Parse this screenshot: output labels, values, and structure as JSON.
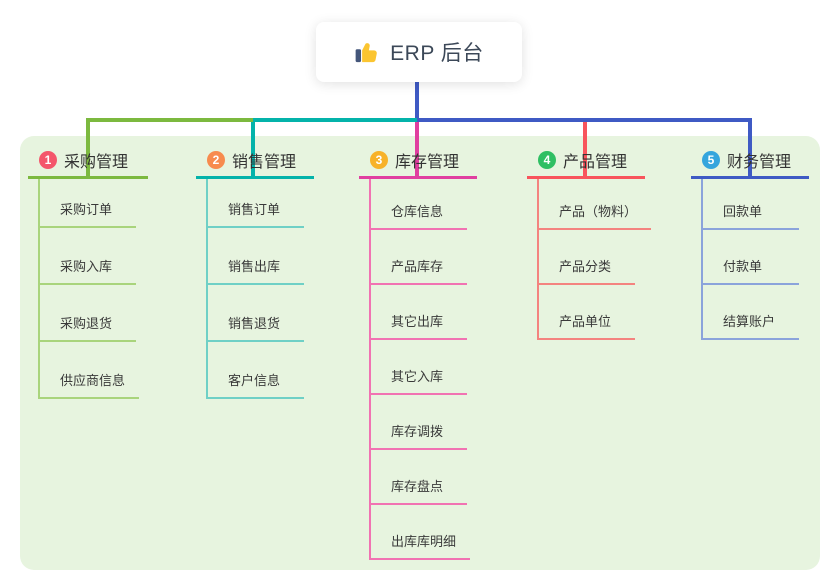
{
  "root": {
    "title": "ERP 后台",
    "icon": "thumbs-up-icon"
  },
  "branches": [
    {
      "number": "1",
      "title": "采购管理",
      "colors": {
        "main": "#7cb93f",
        "light": "#a9d47c",
        "badge": "#f4566b"
      },
      "items": [
        "采购订单",
        "采购入库",
        "采购退货",
        "供应商信息"
      ]
    },
    {
      "number": "2",
      "title": "销售管理",
      "colors": {
        "main": "#04b3aa",
        "light": "#6fd0c6",
        "badge": "#f78b4e"
      },
      "items": [
        "销售订单",
        "销售出库",
        "销售退货",
        "客户信息"
      ]
    },
    {
      "number": "3",
      "title": "库存管理",
      "colors": {
        "main": "#e03fa0",
        "light": "#f172b2",
        "badge": "#f7b229"
      },
      "items": [
        "仓库信息",
        "产品库存",
        "其它出库",
        "其它入库",
        "库存调拨",
        "库存盘点",
        "出库库明细"
      ]
    },
    {
      "number": "4",
      "title": "产品管理",
      "colors": {
        "main": "#f8545c",
        "light": "#f4837f",
        "badge": "#2fbf63"
      },
      "items": [
        "产品（物料）",
        "产品分类",
        "产品单位"
      ]
    },
    {
      "number": "5",
      "title": "财务管理",
      "colors": {
        "main": "#3f5ac4",
        "light": "#8ba3db",
        "badge": "#35a5dd"
      },
      "items": [
        "回款单",
        "付款单",
        "结算账户"
      ]
    }
  ],
  "canvas": {
    "background": "#ffffff",
    "panel_background": "#e7f4df",
    "root_text_color": "#3c4858",
    "node_text_color": "#333333"
  }
}
